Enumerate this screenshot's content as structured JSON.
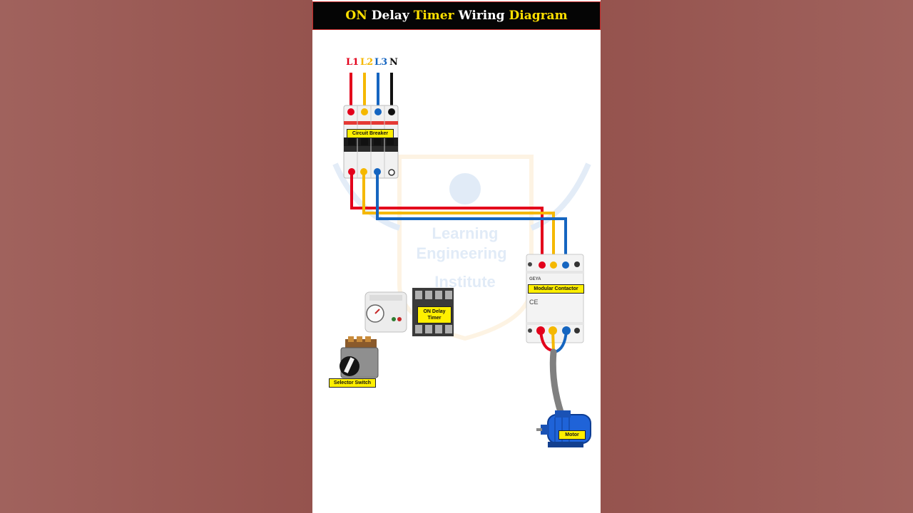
{
  "title": {
    "word1": "ON",
    "word2": "Delay",
    "word3": "Timer",
    "word4": "Wiring",
    "word5": "Diagram"
  },
  "phases": {
    "l1": "L1",
    "l2": "L2",
    "l3": "L3",
    "n": "N"
  },
  "labels": {
    "circuit_breaker": "Circuit Breaker",
    "modular_contactor": "Modular Contactor",
    "timer_line1": "ON Delay",
    "timer_line2": "Timer",
    "selector_switch": "Selector Switch",
    "motor": "Motor"
  },
  "watermark": {
    "line1": "Learning",
    "line2": "Engineering",
    "line3": "Institute"
  },
  "colors": {
    "l1": "#e3001b",
    "l2": "#f5b800",
    "l3": "#1565c0",
    "n": "#111111",
    "title_accent": "#ffe000",
    "label_bg": "#ffef00"
  }
}
